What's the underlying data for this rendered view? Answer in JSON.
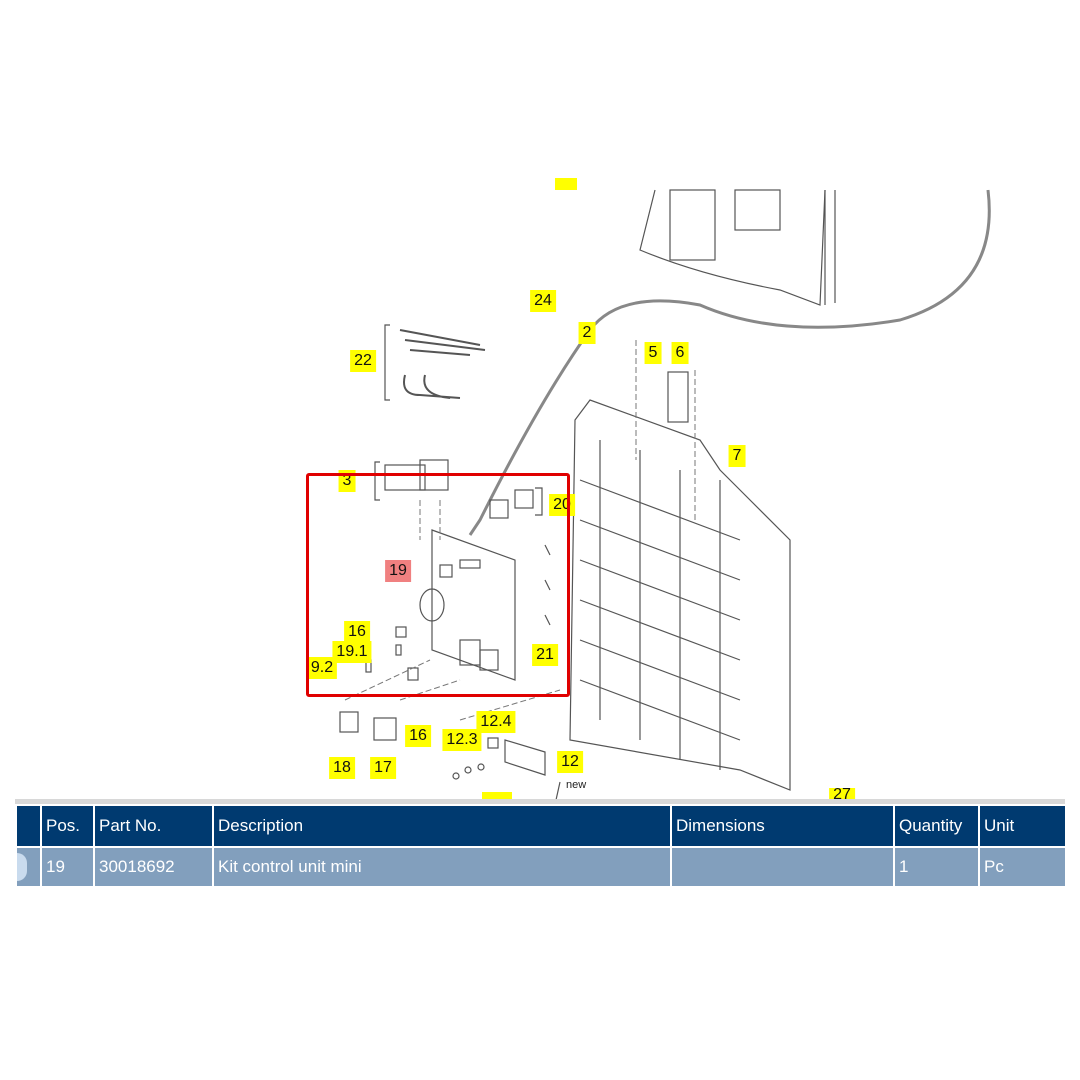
{
  "diagram": {
    "labels": [
      {
        "id": "24",
        "text": "24"
      },
      {
        "id": "2",
        "text": "2"
      },
      {
        "id": "5",
        "text": "5"
      },
      {
        "id": "6",
        "text": "6"
      },
      {
        "id": "22",
        "text": "22"
      },
      {
        "id": "7",
        "text": "7"
      },
      {
        "id": "3",
        "text": "3"
      },
      {
        "id": "20",
        "text": "20"
      },
      {
        "id": "19",
        "text": "19",
        "selected": true
      },
      {
        "id": "16a",
        "text": "16"
      },
      {
        "id": "19.1",
        "text": "19.1"
      },
      {
        "id": "9.2",
        "text": "9.2"
      },
      {
        "id": "21",
        "text": "21"
      },
      {
        "id": "16b",
        "text": "16"
      },
      {
        "id": "12.4",
        "text": "12.4"
      },
      {
        "id": "12.3",
        "text": "12.3"
      },
      {
        "id": "12",
        "text": "12"
      },
      {
        "id": "18",
        "text": "18"
      },
      {
        "id": "17",
        "text": "17"
      },
      {
        "id": "27",
        "text": "27"
      }
    ],
    "note_new": "new",
    "highlight_color": "#e00000",
    "label_color": "#ffff00"
  },
  "table": {
    "headers": [
      "",
      "Pos.",
      "Part No.",
      "Description",
      "Dimensions",
      "Quantity",
      "Unit"
    ],
    "rows": [
      {
        "pos": "19",
        "part_no": "30018692",
        "description": "Kit control unit mini",
        "dimensions": "",
        "quantity": "1",
        "unit": "Pc"
      }
    ],
    "header_color": "#003a70",
    "row_color": "#829fbd"
  }
}
